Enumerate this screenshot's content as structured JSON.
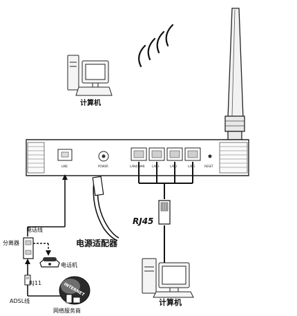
{
  "labels": {
    "computer_top": "计算机",
    "computer_bottom": "计算机",
    "power_adapter": "电源适配器",
    "rj45": "RJ45",
    "phone_line": "电话线",
    "splitter": "分离器",
    "telephone": "电话机",
    "rj11": "RJ11",
    "adsl_line": "ADSL线",
    "isp": "网络服务商",
    "internet": "INTERNET"
  },
  "ports": {
    "line": "LINE",
    "power": "POWER",
    "lan_wan": "LAN4/WAN",
    "lan3": "LAN3",
    "lan2": "LAN2",
    "lan1": "LAN1",
    "reset": "RESET"
  }
}
